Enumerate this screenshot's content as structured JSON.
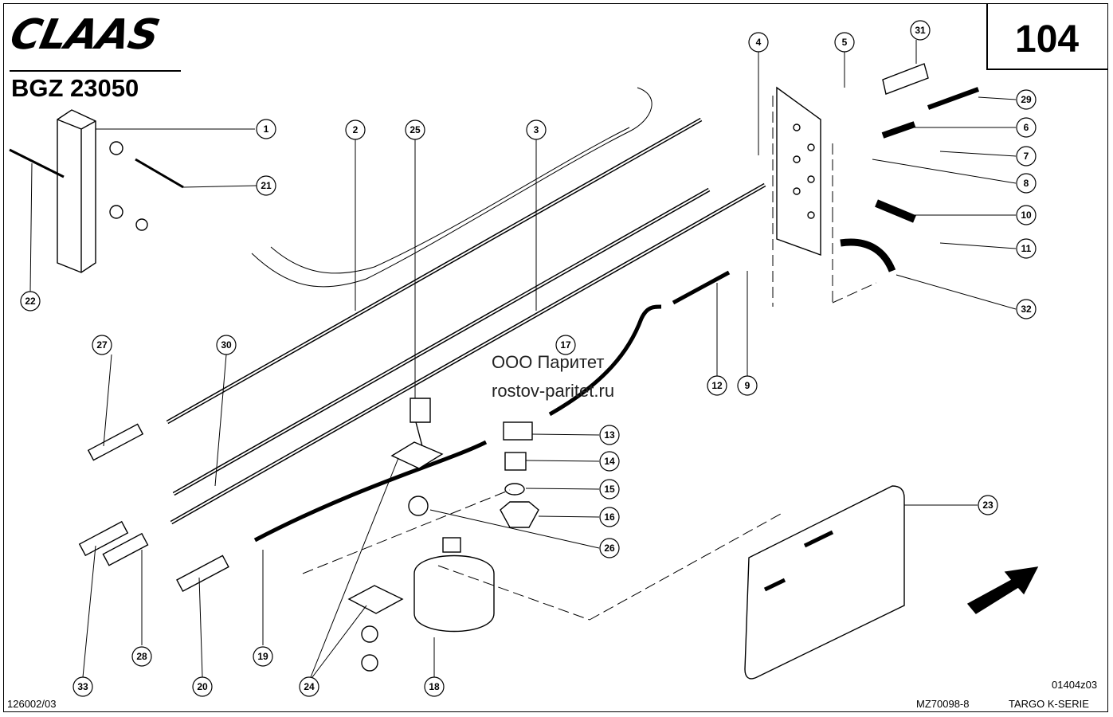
{
  "header": {
    "logo_text": "CLAAS",
    "doc_code": "BGZ 23050",
    "page_number": "104"
  },
  "watermark": {
    "line1": "ООО Паритет",
    "line2": "rostov-paritet.ru"
  },
  "footer": {
    "left_code": "126002/03",
    "center_code": "MZ70098-8",
    "right_code": "01404z03",
    "series": "TARGO K-SERIE"
  },
  "callouts": [
    "1",
    "2",
    "3",
    "4",
    "5",
    "6",
    "7",
    "8",
    "9",
    "10",
    "11",
    "12",
    "13",
    "14",
    "15",
    "16",
    "17",
    "18",
    "19",
    "20",
    "21",
    "22",
    "23",
    "24",
    "25",
    "26",
    "27",
    "28",
    "29",
    "30",
    "31",
    "32",
    "33"
  ]
}
